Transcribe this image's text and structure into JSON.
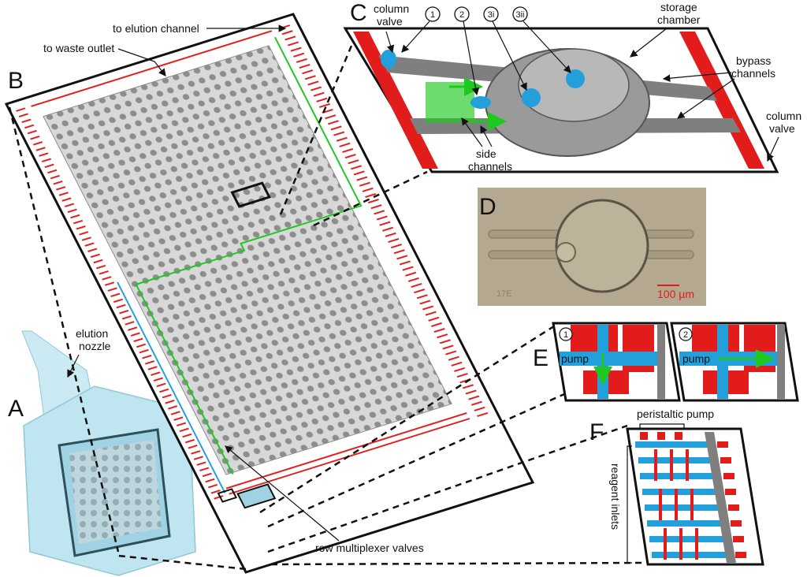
{
  "panels": {
    "A": {
      "letter": "A",
      "labels": {
        "elution_nozzle": [
          "elution",
          "nozzle"
        ]
      }
    },
    "B": {
      "letter": "B",
      "labels": {
        "to_elution_channel": "to elution channel",
        "to_waste_outlet": "to waste outlet",
        "row_multiplexer_valves": "row multiplexer valves"
      }
    },
    "C": {
      "letter": "C",
      "labels": {
        "column_valve_top": [
          "column",
          "valve"
        ],
        "storage_chamber": [
          "storage",
          "chamber"
        ],
        "bypass_channels": [
          "bypass",
          "channels"
        ],
        "column_valve_right": [
          "column",
          "valve"
        ],
        "side_channels": [
          "side",
          "channels"
        ],
        "steps": [
          "1",
          "2",
          "3i",
          "3ii"
        ]
      }
    },
    "D": {
      "letter": "D",
      "labels": {
        "scale": "100 µm",
        "chip_id": "17E"
      }
    },
    "E": {
      "letter": "E",
      "labels": {
        "step1": "1",
        "step2": "2",
        "pump1": "pump",
        "pump2": "pump"
      }
    },
    "F": {
      "letter": "F",
      "labels": {
        "peristaltic_pump": "peristaltic pump",
        "reagent_inlets": "reagent inlets"
      }
    }
  },
  "colors": {
    "control_line": "#e21b1b",
    "flow_line": "#23a0dc",
    "path_highlight": "#1fc81f",
    "chamber": "#9a9a9a",
    "chip_body": "#bfe6f0",
    "micrograph_bg": "#b4a890"
  }
}
